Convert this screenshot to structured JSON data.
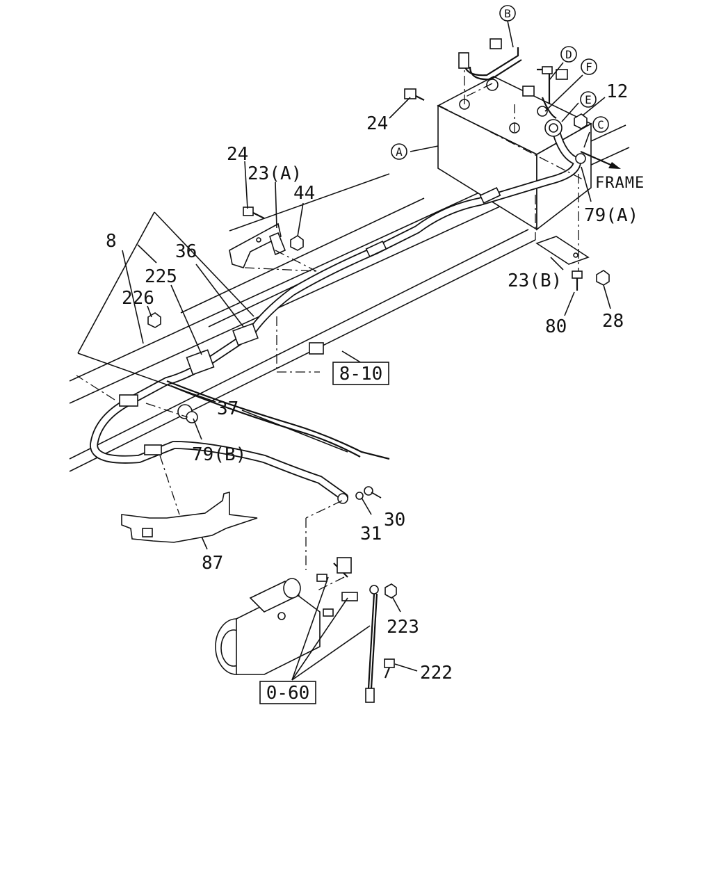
{
  "callouts": {
    "c_B": "B",
    "c_D": "D",
    "c_F": "F",
    "c_E": "E",
    "c_C": "C",
    "c_A": "A",
    "n12": "12",
    "n24_top": "24",
    "n24_mid": "24",
    "n23a": "23(A)",
    "n44": "44",
    "frame": "FRAME",
    "n79a": "79(A)",
    "n8": "8",
    "n36": "36",
    "n225": "225",
    "n226": "226",
    "n23b": "23(B)",
    "n80": "80",
    "n28": "28",
    "n37": "37",
    "n79b": "79(B)",
    "n30": "30",
    "n31": "31",
    "n87": "87",
    "n223": "223",
    "n222": "222"
  },
  "references": {
    "ref_8_10": "8-10",
    "ref_0_60": "0-60"
  }
}
